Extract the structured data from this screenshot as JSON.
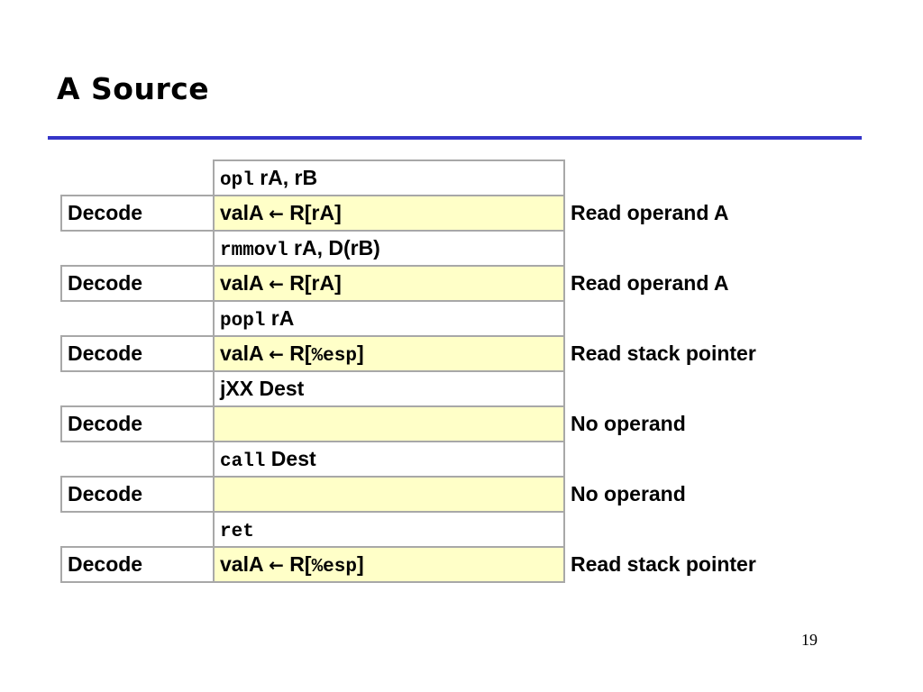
{
  "slide": {
    "title": "A Source",
    "page_number": "19"
  },
  "colors": {
    "rule": "#3535c8",
    "action_fill": "#ffffc8",
    "cell_border": "#a8a8a8"
  },
  "rows": [
    {
      "instr_mono": "opl",
      "instr_text": " rA, rB"
    },
    {
      "stage": "Decode",
      "act_a": "valA ",
      "arrow": "←",
      "act_b": " R[rA]",
      "act_mono": "",
      "act_c": "",
      "comment": "Read operand A"
    },
    {
      "instr_mono": "rmmovl",
      "instr_text": " rA, D(rB)"
    },
    {
      "stage": "Decode",
      "act_a": "valA ",
      "arrow": "←",
      "act_b": " R[rA]",
      "act_mono": "",
      "act_c": "",
      "comment": "Read operand A"
    },
    {
      "instr_mono": "popl",
      "instr_text": " rA"
    },
    {
      "stage": "Decode",
      "act_a": "valA ",
      "arrow": "←",
      "act_b": " R[",
      "act_mono": "%esp",
      "act_c": "]",
      "comment": "Read stack pointer"
    },
    {
      "instr_mono": "",
      "instr_text": "jXX Dest"
    },
    {
      "stage": "Decode",
      "act_a": "",
      "arrow": "",
      "act_b": "",
      "act_mono": "",
      "act_c": "",
      "comment": "No operand"
    },
    {
      "instr_mono": "call",
      "instr_text": " Dest"
    },
    {
      "stage": "Decode",
      "act_a": "",
      "arrow": "",
      "act_b": "",
      "act_mono": "",
      "act_c": "",
      "comment": "No operand"
    },
    {
      "instr_mono": "ret",
      "instr_text": ""
    },
    {
      "stage": "Decode",
      "act_a": "valA ",
      "arrow": "←",
      "act_b": " R[",
      "act_mono": "%esp",
      "act_c": "]",
      "comment": "Read stack pointer"
    }
  ]
}
